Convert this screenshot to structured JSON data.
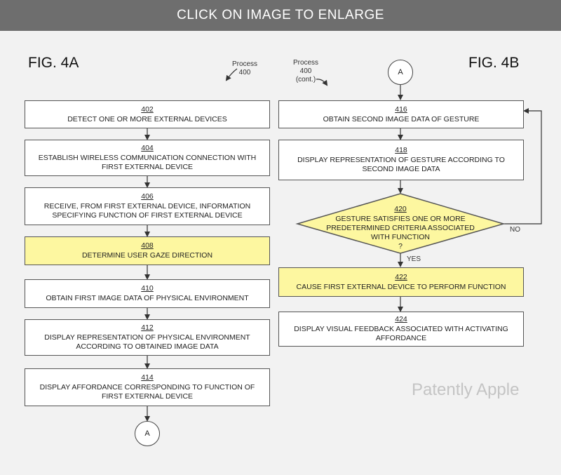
{
  "banner": "CLICK ON IMAGE TO ENLARGE",
  "fig_a": "FIG. 4A",
  "fig_b": "FIG. 4B",
  "process_a": {
    "l1": "Process",
    "l2": "400"
  },
  "process_b": {
    "l1": "Process",
    "l2": "400",
    "l3": "(cont.)"
  },
  "steps": {
    "s402": {
      "num": "402",
      "text": "DETECT ONE OR MORE EXTERNAL DEVICES"
    },
    "s404": {
      "num": "404",
      "text": "ESTABLISH WIRELESS COMMUNICATION CONNECTION WITH FIRST EXTERNAL DEVICE"
    },
    "s406": {
      "num": "406",
      "text": "RECEIVE, FROM FIRST EXTERNAL DEVICE, INFORMATION SPECIFYING FUNCTION OF FIRST EXTERNAL DEVICE"
    },
    "s408": {
      "num": "408",
      "text": "DETERMINE USER GAZE DIRECTION"
    },
    "s410": {
      "num": "410",
      "text": "OBTAIN FIRST IMAGE DATA OF PHYSICAL ENVIRONMENT"
    },
    "s412": {
      "num": "412",
      "text": "DISPLAY REPRESENTATION OF PHYSICAL ENVIRONMENT ACCORDING TO OBTAINED IMAGE DATA"
    },
    "s414": {
      "num": "414",
      "text": "DISPLAY AFFORDANCE CORRESPONDING TO FUNCTION OF FIRST EXTERNAL DEVICE"
    },
    "s416": {
      "num": "416",
      "text": "OBTAIN SECOND IMAGE DATA OF GESTURE"
    },
    "s418": {
      "num": "418",
      "text": "DISPLAY REPRESENTATION OF GESTURE ACCORDING TO SECOND IMAGE DATA"
    },
    "s420": {
      "num": "420",
      "line1": "GESTURE SATISFIES ONE OR MORE",
      "line2": "PREDETERMINED CRITERIA ASSOCIATED",
      "line3": "WITH FUNCTION",
      "q": "?"
    },
    "s422": {
      "num": "422",
      "text": "CAUSE FIRST EXTERNAL DEVICE TO PERFORM FUNCTION"
    },
    "s424": {
      "num": "424",
      "text": "DISPLAY VISUAL FEEDBACK ASSOCIATED WITH ACTIVATING AFFORDANCE"
    }
  },
  "connector": "A",
  "labels": {
    "yes": "YES",
    "no": "NO"
  },
  "watermark": "Patently Apple",
  "colors": {
    "highlight": "#fdf7a0",
    "banner": "#6e6e6e",
    "background": "#f2f2f2"
  }
}
